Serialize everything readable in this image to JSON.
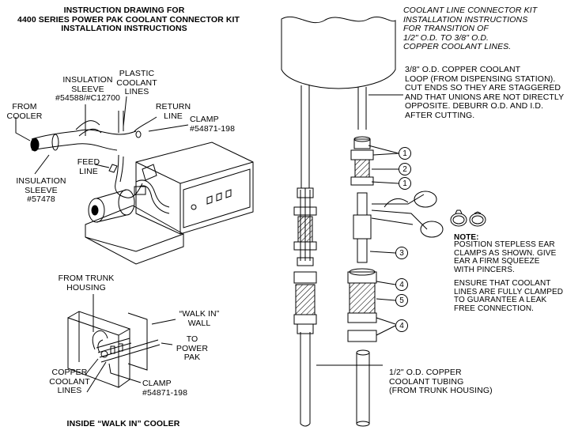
{
  "left": {
    "title": "INSTRUCTION DRAWING FOR\n4400 SERIES POWER PAK COOLANT CONNECTOR KIT\nINSTALLATION INSTRUCTIONS",
    "labels": {
      "insulation_sleeve_top": "INSULATION\nSLEEVE\n#54588/#C12700",
      "plastic_lines": "PLASTIC\nCOOLANT\nLINES",
      "return_line": "RETURN\nLINE",
      "clamp_top": "CLAMP\n#54871-198",
      "from_cooler": "FROM\nCOOLER",
      "feed_line": "FEED\nLINE",
      "insulation_sleeve_bottom": "INSULATION\nSLEEVE\n#57478",
      "from_trunk": "FROM TRUNK\nHOUSING",
      "walk_in_wall": "“WALK IN”\nWALL",
      "to_power_pak": "TO\nPOWER\nPAK",
      "copper_lines": "COPPER\nCOOLANT\nLINES",
      "clamp_bottom": "CLAMP\n#54871-198",
      "inside_walk_in": "INSIDE “WALK IN” COOLER"
    }
  },
  "right": {
    "title": "COOLANT LINE CONNECTOR KIT\nINSTALLATION INSTRUCTIONS\nFOR TRANSITION OF\n1/2\" O.D. TO 3/8\" O.D.\nCOPPER COOLANT LINES.",
    "loop_note": "3/8\" O.D. COPPER COOLANT\nLOOP (FROM DISPENSING STATION).\nCUT ENDS SO THEY ARE STAGGERED\nAND THAT UNIONS ARE NOT DIRECTLY\nOPPOSITE. DEBURR O.D. AND I.D.\nAFTER CUTTING.",
    "note_heading": "NOTE:",
    "note_text": "POSITION STEPLESS EAR\nCLAMPS AS SHOWN. GIVE\nEAR A FIRM SQUEEZE\nWITH PINCERS.",
    "ensure_text": "ENSURE THAT COOLANT\nLINES ARE FULLY CLAMPED\nTO GUARANTEE A LEAK\nFREE CONNECTION.",
    "tubing_note": "1/2\" O.D. COPPER\nCOOLANT TUBING\n(FROM TRUNK HOUSING)",
    "callouts": [
      "1",
      "2",
      "1",
      "3",
      "4",
      "5",
      "4"
    ]
  }
}
